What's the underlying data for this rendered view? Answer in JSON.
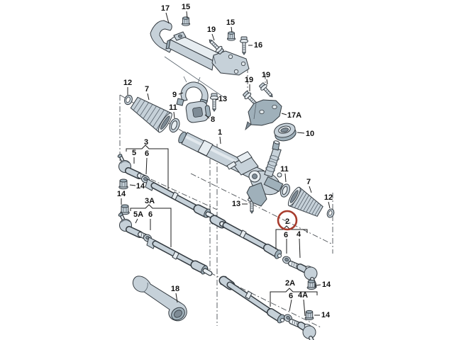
{
  "diagram": {
    "kind": "exploded-parts-diagram",
    "subject": "steering rack, tie rods and mounting hardware",
    "background_color": "#ffffff",
    "line_color": "#1c1c1c",
    "part_fill_color": "#c6d1d9",
    "dash_line_color": "#4a4f54"
  },
  "highlight": {
    "circled_label": "2",
    "circle_color": "#a83c2d"
  },
  "assemblies": [
    {
      "label": "3",
      "members": [
        "5",
        "6"
      ]
    },
    {
      "label": "3A",
      "members": [
        "5A",
        "6"
      ]
    },
    {
      "label": "2",
      "members": [
        "6",
        "4"
      ],
      "highlighted": true
    },
    {
      "label": "2A",
      "members": [
        "6",
        "4A"
      ]
    }
  ],
  "labels": [
    {
      "id": "17",
      "text": "17"
    },
    {
      "id": "15-1",
      "text": "15"
    },
    {
      "id": "19-1",
      "text": "19"
    },
    {
      "id": "15-2",
      "text": "15"
    },
    {
      "id": "16",
      "text": "16"
    },
    {
      "id": "19-2",
      "text": "19"
    },
    {
      "id": "19-3",
      "text": "19"
    },
    {
      "id": "17A",
      "text": "17A"
    },
    {
      "id": "10",
      "text": "10"
    },
    {
      "id": "12-1",
      "text": "12"
    },
    {
      "id": "7-1",
      "text": "7"
    },
    {
      "id": "9",
      "text": "9"
    },
    {
      "id": "11-1",
      "text": "11"
    },
    {
      "id": "13-1",
      "text": "13"
    },
    {
      "id": "8",
      "text": "8"
    },
    {
      "id": "1",
      "text": "1"
    },
    {
      "id": "3",
      "text": "3"
    },
    {
      "id": "5",
      "text": "5"
    },
    {
      "id": "6-1",
      "text": "6"
    },
    {
      "id": "14-1",
      "text": "14"
    },
    {
      "id": "14-2",
      "text": "14"
    },
    {
      "id": "3A",
      "text": "3A"
    },
    {
      "id": "5A",
      "text": "5A"
    },
    {
      "id": "6-2",
      "text": "6"
    },
    {
      "id": "18",
      "text": "18"
    },
    {
      "id": "11-2",
      "text": "11"
    },
    {
      "id": "7-2",
      "text": "7"
    },
    {
      "id": "12-2",
      "text": "12"
    },
    {
      "id": "13-2",
      "text": "13"
    },
    {
      "id": "2",
      "text": "2"
    },
    {
      "id": "6-3",
      "text": "6"
    },
    {
      "id": "4",
      "text": "4"
    },
    {
      "id": "14-3",
      "text": "14"
    },
    {
      "id": "2A",
      "text": "2A"
    },
    {
      "id": "6-4",
      "text": "6"
    },
    {
      "id": "4A",
      "text": "4A"
    },
    {
      "id": "14-4",
      "text": "14"
    }
  ]
}
